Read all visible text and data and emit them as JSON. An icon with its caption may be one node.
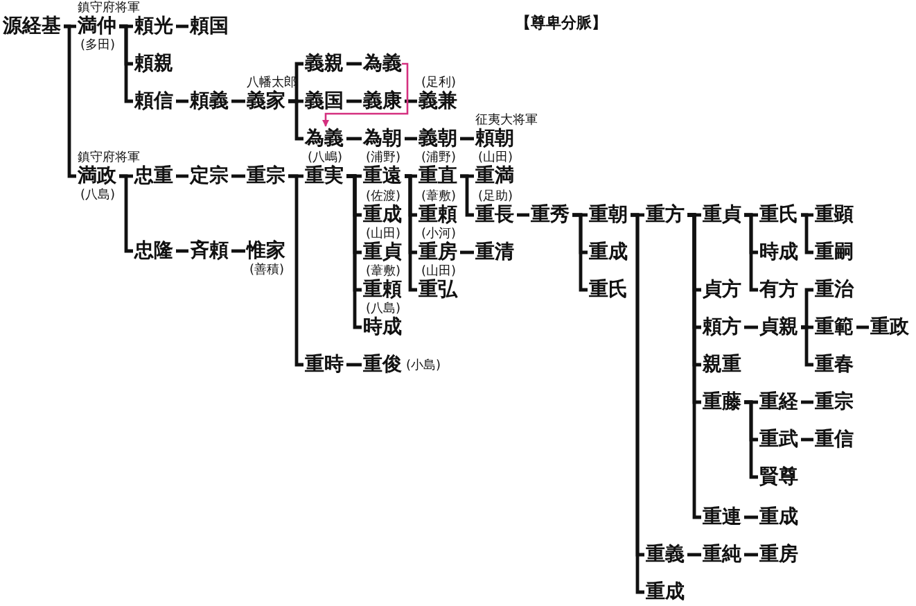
{
  "diagram": {
    "nodes": [
      {
        "text": [
          "源経基"
        ]
      },
      {
        "text": [
          "満仲"
        ],
        "beside": [
          "鎮守府将軍",
          "(多田)"
        ]
      },
      {
        "text": [
          "頼光"
        ]
      },
      {
        "text": [
          "頼国"
        ]
      },
      {
        "text": [
          "頼親"
        ]
      },
      {
        "text": [
          "頼信"
        ]
      },
      {
        "text": [
          "頼義"
        ]
      },
      {
        "text": [
          "義家"
        ],
        "beside": [
          "八幡太郎"
        ]
      },
      {
        "text": [
          "義親"
        ]
      },
      {
        "text": [
          "為義"
        ]
      },
      {
        "text": [
          "義国"
        ]
      },
      {
        "text": [
          "義康"
        ]
      },
      {
        "text": [
          "義兼"
        ],
        "beside": [
          "(足利)"
        ]
      },
      {
        "text": [
          "為義"
        ]
      },
      {
        "text": [
          "為朝"
        ]
      },
      {
        "text": [
          "義朝"
        ]
      },
      {
        "text": [
          "頼朝"
        ],
        "beside": [
          "征夷大将軍"
        ]
      },
      {
        "text": [
          "満政"
        ],
        "beside": [
          "鎮守府将軍",
          "(八島)"
        ]
      },
      {
        "text": [
          "忠重"
        ]
      },
      {
        "text": [
          "定宗"
        ]
      },
      {
        "text": [
          "重宗"
        ]
      },
      {
        "text": [
          "忠隆"
        ]
      },
      {
        "text": [
          "斉頼"
        ]
      },
      {
        "text": [
          "惟家"
        ],
        "beside": [
          "(善積)"
        ]
      },
      {
        "text": [
          "重実"
        ],
        "beside": [
          "(八嶋)"
        ]
      },
      {
        "text": [
          "重遠"
        ],
        "beside": [
          "(浦野)"
        ]
      },
      {
        "text": [
          "重直"
        ],
        "beside": [
          "(浦野)"
        ]
      },
      {
        "text": [
          "重満"
        ],
        "beside": [
          "(山田)"
        ]
      },
      {
        "text": [
          "重長"
        ],
        "beside": [
          "(足助)"
        ]
      },
      {
        "text": [
          "重秀"
        ]
      },
      {
        "text": [
          "重朝"
        ]
      },
      {
        "text": [
          "重成"
        ]
      },
      {
        "text": [
          "重氏"
        ]
      },
      {
        "text": [
          "重方"
        ]
      },
      {
        "text": [
          "重貞"
        ]
      },
      {
        "text": [
          "重氏"
        ]
      },
      {
        "text": [
          "重顕"
        ]
      },
      {
        "text": [
          "重嗣"
        ]
      },
      {
        "text": [
          "時成"
        ]
      },
      {
        "text": [
          "有方"
        ]
      },
      {
        "text": [
          "貞方"
        ]
      },
      {
        "text": [
          "頼方"
        ]
      },
      {
        "text": [
          "貞親"
        ]
      },
      {
        "text": [
          "重治"
        ]
      },
      {
        "text": [
          "重範"
        ]
      },
      {
        "text": [
          "重政"
        ]
      },
      {
        "text": [
          "重春"
        ]
      },
      {
        "text": [
          "親重"
        ]
      },
      {
        "text": [
          "重藤"
        ]
      },
      {
        "text": [
          "重経"
        ]
      },
      {
        "text": [
          "重宗"
        ]
      },
      {
        "text": [
          "重武"
        ]
      },
      {
        "text": [
          "重信"
        ]
      },
      {
        "text": [
          "賢尊"
        ]
      },
      {
        "text": [
          "重連"
        ]
      },
      {
        "text": [
          "重成"
        ]
      },
      {
        "text": [
          "重義"
        ]
      },
      {
        "text": [
          "重純"
        ]
      },
      {
        "text": [
          "重房"
        ]
      },
      {
        "text": [
          "重成"
        ]
      },
      {
        "text": [
          "重成"
        ],
        "beside": [
          "(佐渡)"
        ]
      },
      {
        "text": [
          "重貞"
        ],
        "beside": [
          "(山田)"
        ]
      },
      {
        "text": [
          "重頼"
        ],
        "beside": [
          "(葦敷)"
        ]
      },
      {
        "text": [
          "時成"
        ],
        "beside": [
          "(八島)"
        ]
      },
      {
        "text": [
          "重頼"
        ],
        "beside": [
          "(葦敷)"
        ]
      },
      {
        "text": [
          "重房"
        ],
        "beside": [
          "(小河)"
        ]
      },
      {
        "text": [
          "重清"
        ]
      },
      {
        "text": [
          "重弘"
        ],
        "beside": [
          "(山田)"
        ]
      },
      {
        "text": [
          "重時"
        ]
      },
      {
        "text": [
          "重俊"
        ],
        "beside": [
          "(小島)"
        ]
      }
    ],
    "edges": [
      {
        "from": 0,
        "to": 1,
        "arrow": "none"
      },
      {
        "from": 0,
        "to": 17,
        "arrow": "none"
      },
      {
        "from": 1,
        "to": 2,
        "arrow": "none"
      },
      {
        "from": 1,
        "to": 4,
        "arrow": "none"
      },
      {
        "from": 1,
        "to": 5,
        "arrow": "none"
      },
      {
        "from": 2,
        "to": 3,
        "arrow": "none"
      },
      {
        "from": 5,
        "to": 6,
        "arrow": "none"
      },
      {
        "from": 6,
        "to": 7,
        "arrow": "none"
      },
      {
        "from": 7,
        "to": 8,
        "arrow": "none"
      },
      {
        "from": 7,
        "to": 10,
        "arrow": "none"
      },
      {
        "from": 7,
        "to": 13,
        "arrow": "none"
      },
      {
        "from": 8,
        "to": 9,
        "arrow": "none"
      },
      {
        "from": 10,
        "to": 11,
        "arrow": "none"
      },
      {
        "from": 11,
        "to": 12,
        "arrow": "none"
      },
      {
        "from": 9,
        "to": 13,
        "arrow": "to",
        "color": "#d4307f"
      },
      {
        "from": 13,
        "to": 14,
        "arrow": "none"
      },
      {
        "from": 14,
        "to": 15,
        "arrow": "none"
      },
      {
        "from": 15,
        "to": 16,
        "arrow": "none"
      },
      {
        "from": 17,
        "to": 18,
        "arrow": "none"
      },
      {
        "from": 17,
        "to": 21,
        "arrow": "none"
      },
      {
        "from": 18,
        "to": 19,
        "arrow": "none"
      },
      {
        "from": 19,
        "to": 20,
        "arrow": "none"
      },
      {
        "from": 21,
        "to": 22,
        "arrow": "none"
      },
      {
        "from": 22,
        "to": 23,
        "arrow": "none"
      },
      {
        "from": 20,
        "to": 24,
        "arrow": "none"
      },
      {
        "from": 20,
        "to": 68,
        "arrow": "none"
      },
      {
        "from": 68,
        "to": 69,
        "arrow": "none"
      },
      {
        "from": 24,
        "to": 25,
        "arrow": "none"
      },
      {
        "from": 24,
        "to": 60,
        "arrow": "none"
      },
      {
        "from": 24,
        "to": 61,
        "arrow": "none"
      },
      {
        "from": 24,
        "to": 62,
        "arrow": "none"
      },
      {
        "from": 24,
        "to": 63,
        "arrow": "none"
      },
      {
        "from": 25,
        "to": 26,
        "arrow": "none"
      },
      {
        "from": 25,
        "to": 64,
        "arrow": "none"
      },
      {
        "from": 25,
        "to": 65,
        "arrow": "none"
      },
      {
        "from": 25,
        "to": 67,
        "arrow": "none"
      },
      {
        "from": 65,
        "to": 66,
        "arrow": "none"
      },
      {
        "from": 26,
        "to": 27,
        "arrow": "none"
      },
      {
        "from": 26,
        "to": 28,
        "arrow": "none"
      },
      {
        "from": 28,
        "to": 29,
        "arrow": "none"
      },
      {
        "from": 29,
        "to": 30,
        "arrow": "none"
      },
      {
        "from": 29,
        "to": 31,
        "arrow": "none"
      },
      {
        "from": 29,
        "to": 32,
        "arrow": "none"
      },
      {
        "from": 30,
        "to": 33,
        "arrow": "none"
      },
      {
        "from": 30,
        "to": 56,
        "arrow": "none"
      },
      {
        "from": 30,
        "to": 59,
        "arrow": "none"
      },
      {
        "from": 56,
        "to": 57,
        "arrow": "none"
      },
      {
        "from": 57,
        "to": 58,
        "arrow": "none"
      },
      {
        "from": 33,
        "to": 34,
        "arrow": "none"
      },
      {
        "from": 33,
        "to": 40,
        "arrow": "none"
      },
      {
        "from": 33,
        "to": 41,
        "arrow": "none"
      },
      {
        "from": 33,
        "to": 47,
        "arrow": "none"
      },
      {
        "from": 33,
        "to": 48,
        "arrow": "none"
      },
      {
        "from": 33,
        "to": 54,
        "arrow": "none"
      },
      {
        "from": 34,
        "to": 35,
        "arrow": "none"
      },
      {
        "from": 34,
        "to": 38,
        "arrow": "none"
      },
      {
        "from": 34,
        "to": 39,
        "arrow": "none"
      },
      {
        "from": 35,
        "to": 36,
        "arrow": "none"
      },
      {
        "from": 35,
        "to": 37,
        "arrow": "none"
      },
      {
        "from": 41,
        "to": 42,
        "arrow": "none"
      },
      {
        "from": 42,
        "to": 43,
        "arrow": "none"
      },
      {
        "from": 42,
        "to": 44,
        "arrow": "none"
      },
      {
        "from": 42,
        "to": 46,
        "arrow": "none"
      },
      {
        "from": 44,
        "to": 45,
        "arrow": "none"
      },
      {
        "from": 48,
        "to": 49,
        "arrow": "none"
      },
      {
        "from": 48,
        "to": 51,
        "arrow": "none"
      },
      {
        "from": 48,
        "to": 53,
        "arrow": "none"
      },
      {
        "from": 49,
        "to": 50,
        "arrow": "none"
      },
      {
        "from": 51,
        "to": 52,
        "arrow": "none"
      },
      {
        "from": 54,
        "to": 55,
        "arrow": "none"
      }
    ],
    "labels": [
      "【尊卑分脈】"
    ]
  }
}
